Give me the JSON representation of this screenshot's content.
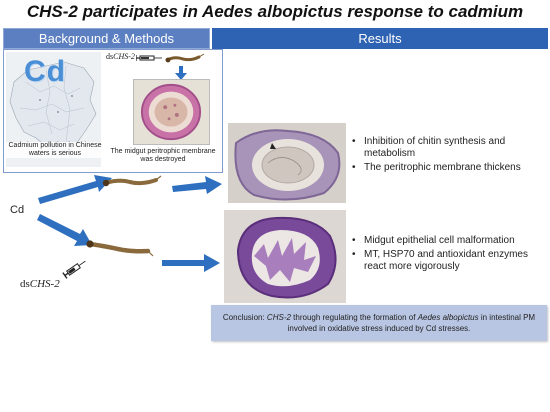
{
  "title": {
    "part1": "CHS-2",
    "part2": " participates in ",
    "part3": "Aedes albopictus",
    "part4": " response to cadmium"
  },
  "headers": {
    "left": "Background & Methods",
    "right": "Results"
  },
  "background": {
    "map_label": "Cd",
    "map_caption": "Cadmium pollution in Chinese waters is serious",
    "ds_prefix": "ds",
    "ds_gene": "CHS-2",
    "micro_caption": "The midgut peritrophic membrane was destroyed"
  },
  "flow": {
    "cd_label": "Cd",
    "ds_prefix": "ds",
    "ds_gene": "CHS-2"
  },
  "results": {
    "group1": [
      "Inhibition of chitin synthesis and metabolism",
      "The peritrophic membrane thickens"
    ],
    "group2": [
      "Midgut epithelial cell malformation",
      "MT, HSP70 and antioxidant enzymes react more vigorously"
    ],
    "bullet_symbol": "•"
  },
  "conclusion": {
    "lead": "Conclusion: ",
    "gene": "CHS-2",
    "mid": " through regulating the formation of ",
    "species": "Aedes albopictus",
    "tail": " in intestinal PM involved in oxidative stress induced by Cd stresses."
  },
  "colors": {
    "header_left": "#5b7fc0",
    "header_right": "#2e62b3",
    "arrow": "#2e6fbf",
    "conclusion_bg": "#b8c6e3"
  }
}
